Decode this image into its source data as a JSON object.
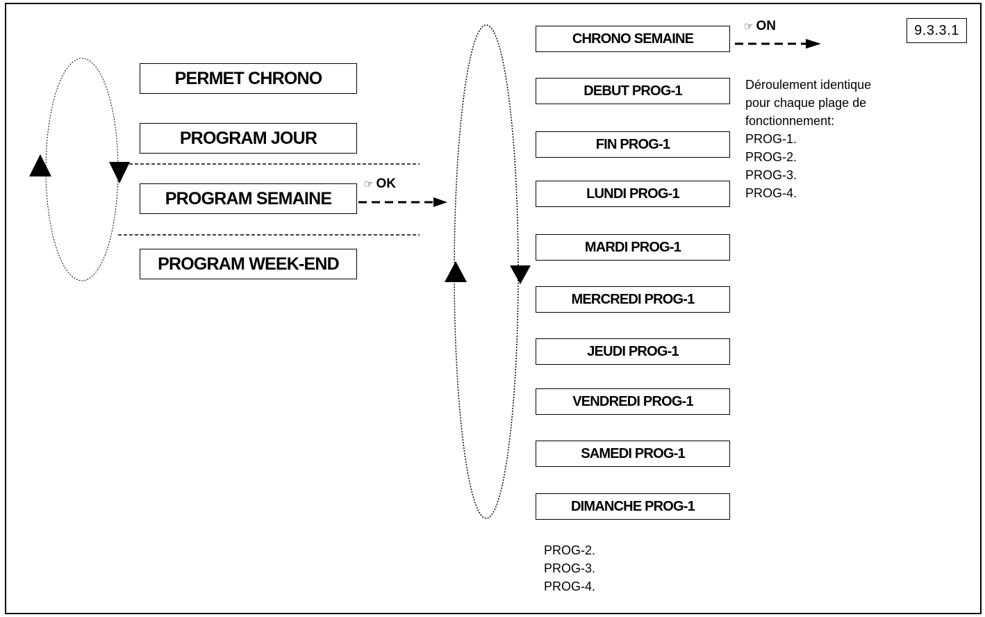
{
  "page_ref": "9.3.3.1",
  "main_menu": [
    {
      "label": "PERMET CHRONO"
    },
    {
      "label": "PROGRAM JOUR"
    },
    {
      "label": "PROGRAM SEMAINE"
    },
    {
      "label": "PROGRAM WEEK-END"
    }
  ],
  "sub_menu": [
    {
      "label": "CHRONO SEMAINE"
    },
    {
      "label": "DEBUT PROG-1"
    },
    {
      "label": "FIN PROG-1"
    },
    {
      "label": "LUNDI PROG-1"
    },
    {
      "label": "MARDI PROG-1"
    },
    {
      "label": "MERCREDI PROG-1"
    },
    {
      "label": "JEUDI PROG-1"
    },
    {
      "label": "VENDREDI PROG-1"
    },
    {
      "label": "SAMEDI PROG-1"
    },
    {
      "label": "DIMANCHE PROG-1"
    }
  ],
  "keys": {
    "ok_label": "OK",
    "on_label": "ON",
    "hand_symbol": "☞"
  },
  "note": {
    "lines": [
      "Déroulement identique",
      "pour chaque plage de",
      "fonctionnement:",
      "PROG-1.",
      "PROG-2.",
      "PROG-3.",
      "PROG-4."
    ]
  },
  "bottom_list": [
    "PROG-2.",
    "PROG-3.",
    "PROG-4."
  ],
  "colors": {
    "line": "#000000",
    "background": "#ffffff"
  }
}
